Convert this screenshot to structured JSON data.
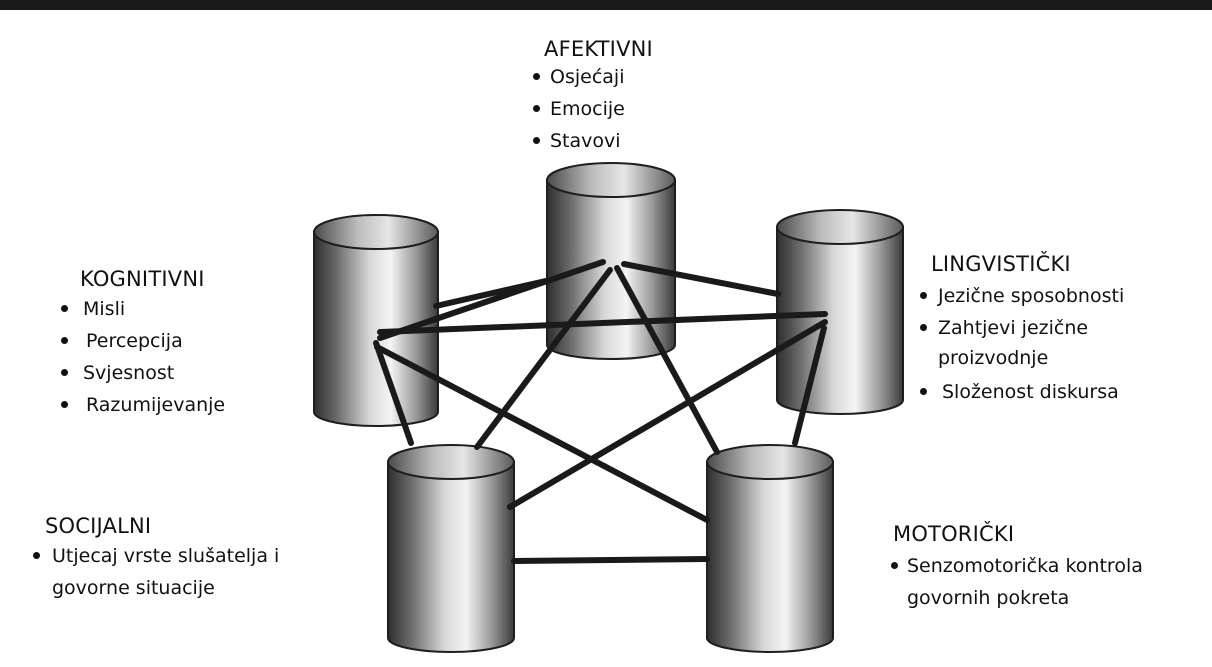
{
  "afektivni": {
    "title": "AFEKTIVNI",
    "items": [
      "Osjećaji",
      "Emocije",
      "Stavovi"
    ]
  },
  "kognitivni": {
    "title": "KOGNITIVNI",
    "items": [
      "Misli",
      "Percepcija",
      "Svjesnost",
      "Razumijevanje"
    ]
  },
  "lingvisticki": {
    "title": "LINGVISTIČKI",
    "items": [
      "Jezične sposobnosti",
      "Zahtjevi jezične",
      "proizvodnje",
      "Složenost diskursa"
    ]
  },
  "socijalni": {
    "title": "SOCIJALNI",
    "items": [
      "Utjecaj vrste slušatelja i",
      "govorne situacije"
    ]
  },
  "motoricki": {
    "title": "MOTORIČKI",
    "items": [
      "Senzomotorička kontrola",
      "govornih pokreta"
    ]
  },
  "colors": {
    "top_rule": "#1a1a1a",
    "connector": "#1a1a1a",
    "cylinder_dark": "#3a3a3a",
    "cylinder_light": "#f2f2f2"
  }
}
